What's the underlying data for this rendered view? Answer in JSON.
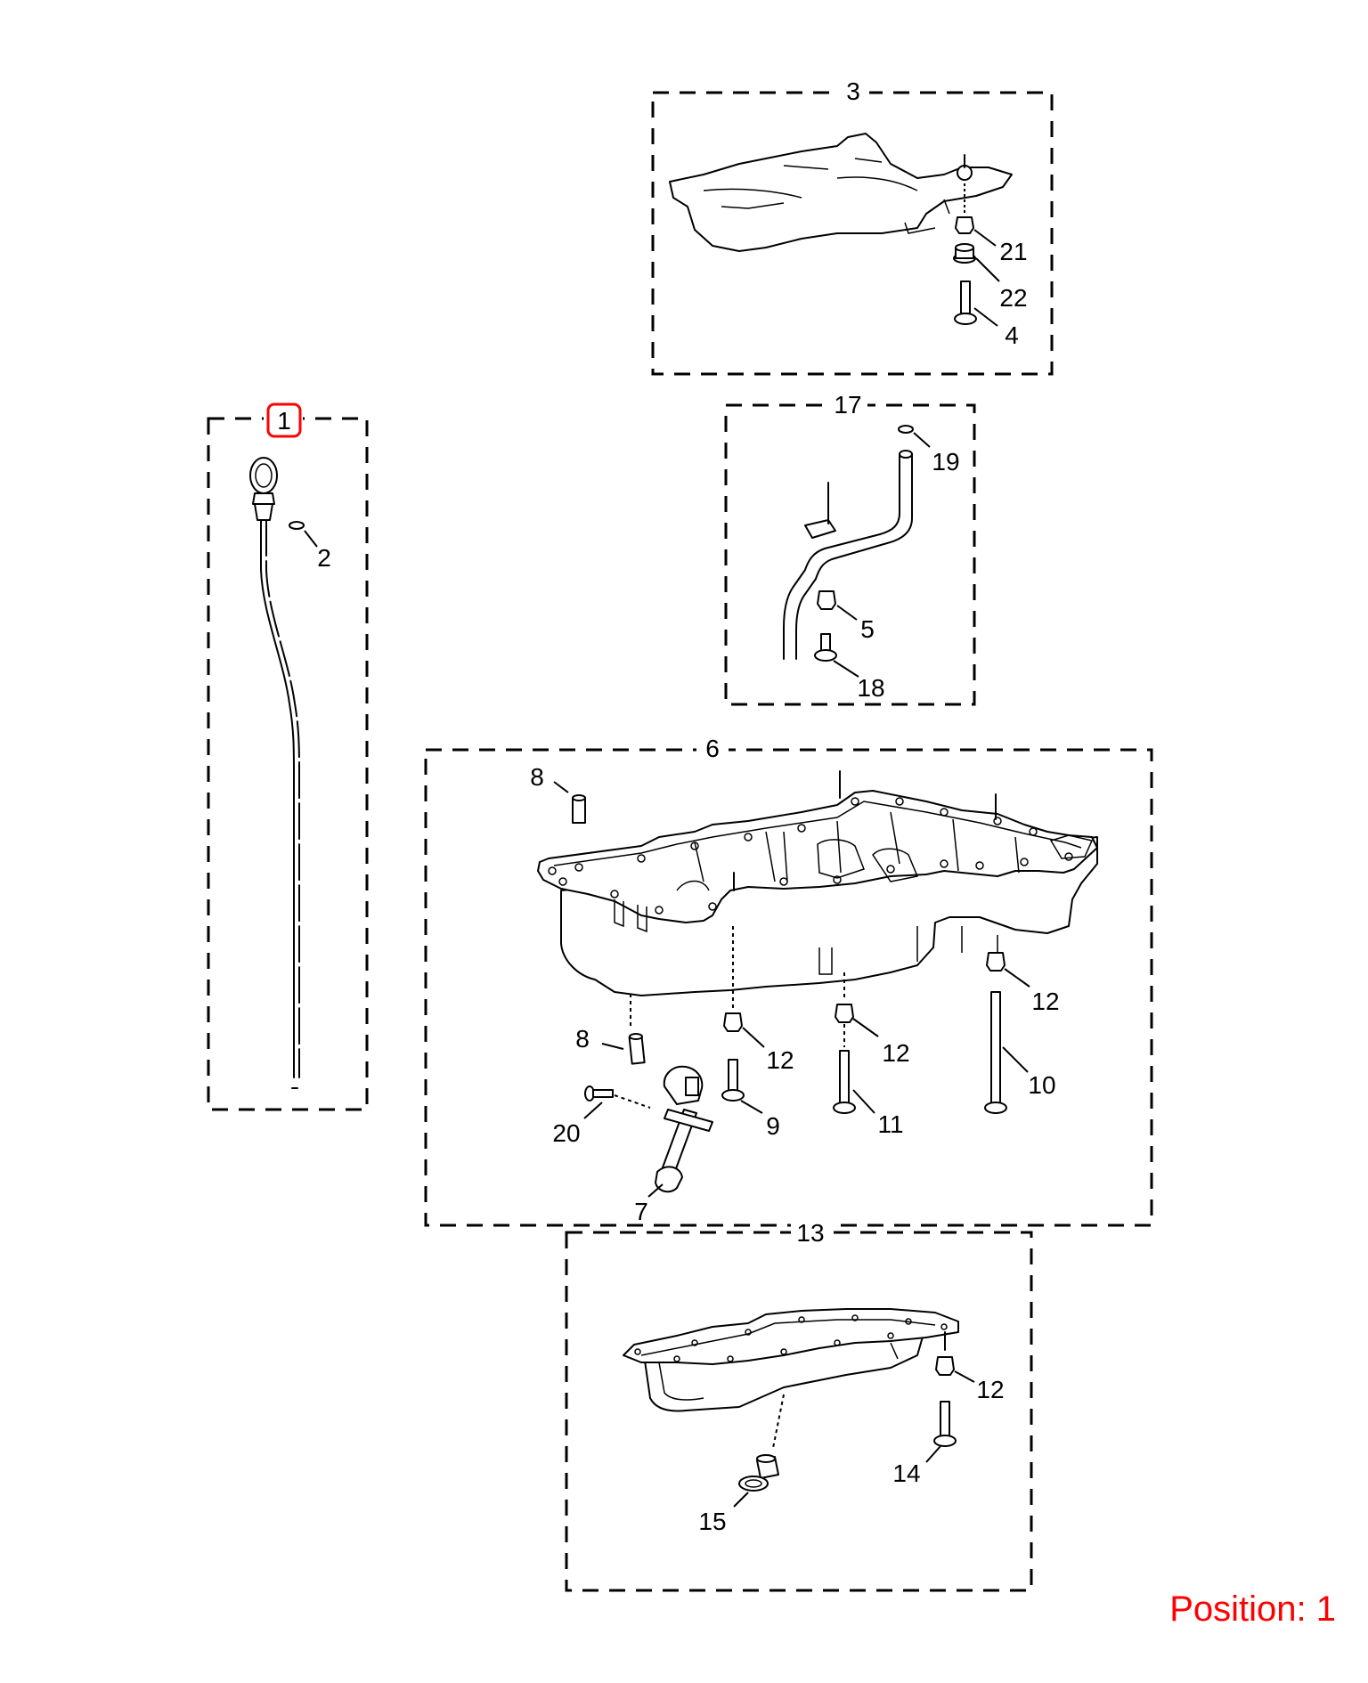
{
  "highlight_color": "#ff0000",
  "groups": {
    "dipstick": {
      "label": "1",
      "highlighted": true
    },
    "heat_shield": {
      "label": "3"
    },
    "pipe": {
      "label": "17"
    },
    "upper_pan": {
      "label": "6"
    },
    "lower_pan": {
      "label": "13"
    }
  },
  "callouts": {
    "c2": "2",
    "c21": "21",
    "c22": "22",
    "c4": "4",
    "c19": "19",
    "c5": "5",
    "c18": "18",
    "c8a": "8",
    "c8b": "8",
    "c12a": "12",
    "c12b": "12",
    "c12c": "12",
    "c10": "10",
    "c9": "9",
    "c11": "11",
    "c20": "20",
    "c7": "7",
    "c12d": "12",
    "c14": "14",
    "c15": "15"
  },
  "position": {
    "text": "Position: 1"
  }
}
